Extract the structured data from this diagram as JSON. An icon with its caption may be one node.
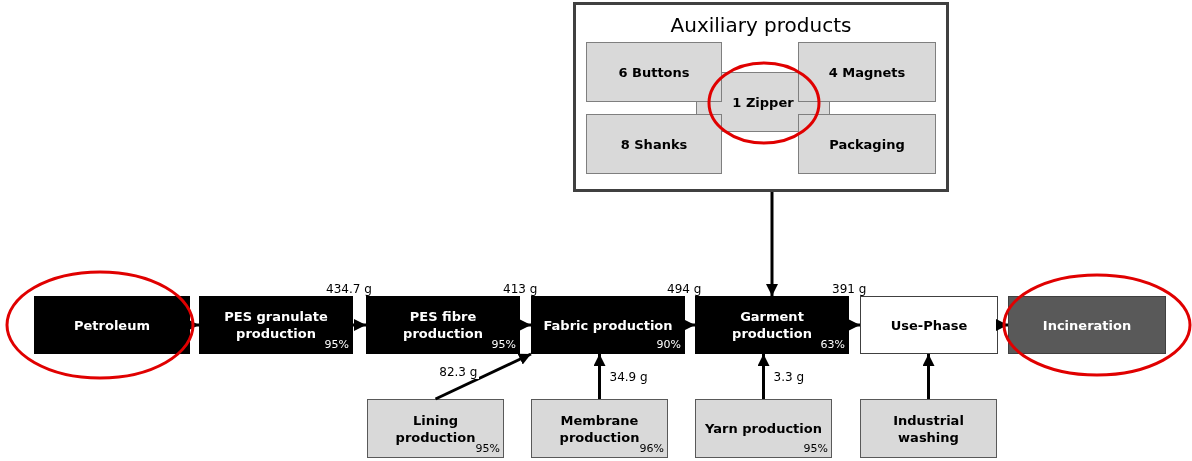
{
  "diagram": {
    "nodes": [
      {
        "text": [
          "Auxiliary products"
        ]
      },
      {
        "text": [
          "6 Buttons"
        ],
        "in": 0
      },
      {
        "text": [
          "4 Magnets"
        ],
        "in": 0
      },
      {
        "text": [
          "1 Zipper"
        ],
        "in": 0
      },
      {
        "text": [
          "8 Shanks"
        ],
        "in": 0
      },
      {
        "text": [
          "Packaging"
        ],
        "in": 0
      },
      {
        "text": [
          "Petroleum"
        ]
      },
      {
        "text": [
          "PES granulate production",
          "95%"
        ]
      },
      {
        "text": [
          "PES fibre production",
          "95%"
        ]
      },
      {
        "text": [
          "Fabric production",
          "90%"
        ]
      },
      {
        "text": [
          "Garment production",
          "63%"
        ]
      },
      {
        "text": [
          "Use-Phase"
        ]
      },
      {
        "text": [
          "Incineration"
        ]
      },
      {
        "text": [
          "Lining production",
          "95%"
        ]
      },
      {
        "text": [
          "Membrane production",
          "96%"
        ]
      },
      {
        "text": [
          "Yarn production",
          "95%"
        ]
      },
      {
        "text": [
          "Industrial washing"
        ]
      }
    ],
    "edges": [
      {
        "from": 6,
        "to": 7,
        "arrow": "to"
      },
      {
        "from": 7,
        "to": 8,
        "arrow": "to",
        "label": "434.7 g"
      },
      {
        "from": 8,
        "to": 9,
        "arrow": "to",
        "label": "413 g"
      },
      {
        "from": 9,
        "to": 10,
        "arrow": "to",
        "label": "494 g"
      },
      {
        "from": 10,
        "to": 11,
        "arrow": "to",
        "label": "391 g"
      },
      {
        "from": 11,
        "to": 12,
        "arrow": "to"
      },
      {
        "from": 0,
        "to": 10,
        "arrow": "to"
      },
      {
        "from": 13,
        "to": 9,
        "arrow": "to",
        "label": "82.3 g"
      },
      {
        "from": 14,
        "to": 9,
        "arrow": "to",
        "label": "34.9 g"
      },
      {
        "from": 15,
        "to": 10,
        "arrow": "to",
        "label": "3.3 g"
      },
      {
        "from": 16,
        "to": 11,
        "arrow": "to"
      }
    ]
  }
}
